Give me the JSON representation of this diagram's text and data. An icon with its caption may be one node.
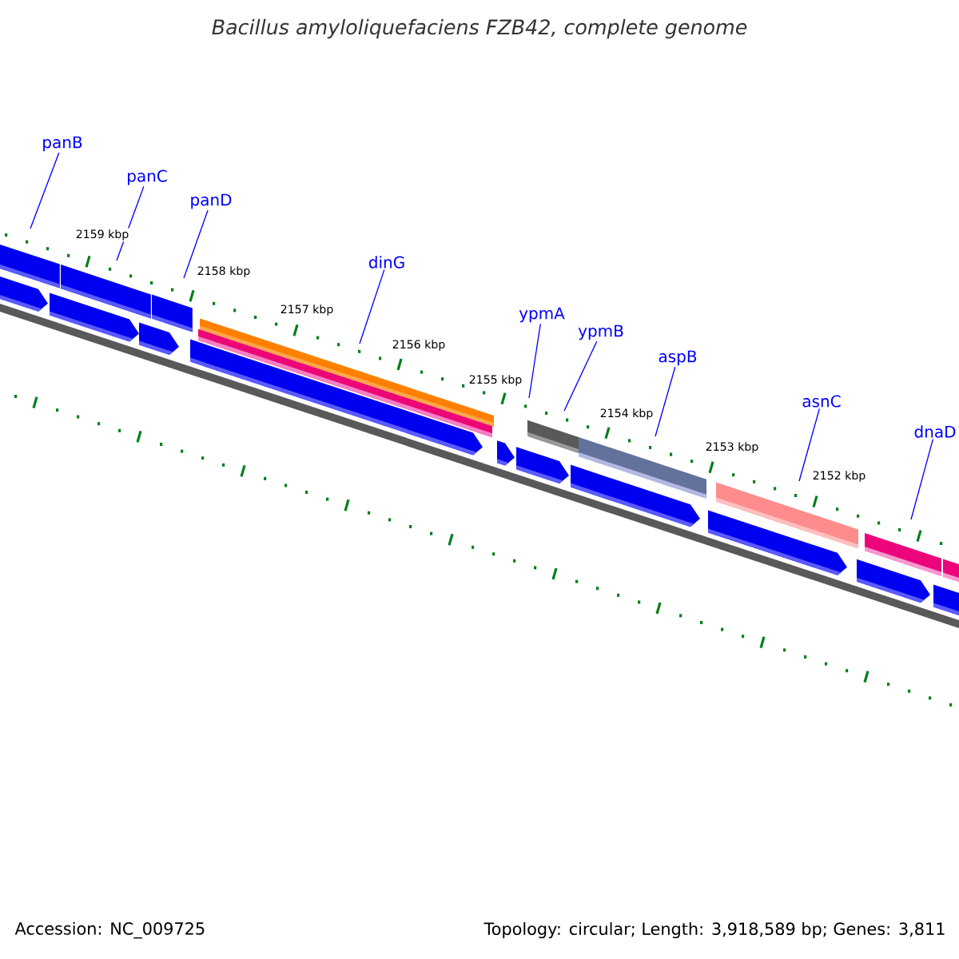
{
  "diagram": {
    "title": "Bacillus amyloliquefaciens FZB42, complete genome",
    "nodes": [
      {
        "text": [
          "panB"
        ]
      },
      {
        "text": [
          "panC"
        ]
      },
      {
        "text": [
          "panD"
        ]
      },
      {
        "text": [
          "dinG"
        ]
      },
      {
        "text": [
          "ypmA"
        ]
      },
      {
        "text": [
          "ypmB"
        ]
      },
      {
        "text": [
          "aspB"
        ]
      },
      {
        "text": [
          "asnC"
        ]
      },
      {
        "text": [
          "dnaD"
        ]
      }
    ],
    "edges": [
      {
        "from": 0,
        "to": null,
        "arrow": "none"
      },
      {
        "from": 1,
        "to": null,
        "arrow": "none"
      },
      {
        "from": 2,
        "to": null,
        "arrow": "none"
      },
      {
        "from": 3,
        "to": null,
        "arrow": "none"
      },
      {
        "from": 4,
        "to": null,
        "arrow": "none"
      },
      {
        "from": 5,
        "to": null,
        "arrow": "none"
      },
      {
        "from": 6,
        "to": null,
        "arrow": "none"
      },
      {
        "from": 7,
        "to": null,
        "arrow": "none"
      },
      {
        "from": 8,
        "to": null,
        "arrow": "none"
      }
    ],
    "labels": [
      "2159 kbp",
      "2158 kbp",
      "2157 kbp",
      "2156 kbp",
      "2155 kbp",
      "2154 kbp",
      "2153 kbp",
      "2152 kbp",
      "Accession: NC_009725",
      "Topology: circular; Length: 3,918,589 bp; Genes: 3,811"
    ]
  }
}
